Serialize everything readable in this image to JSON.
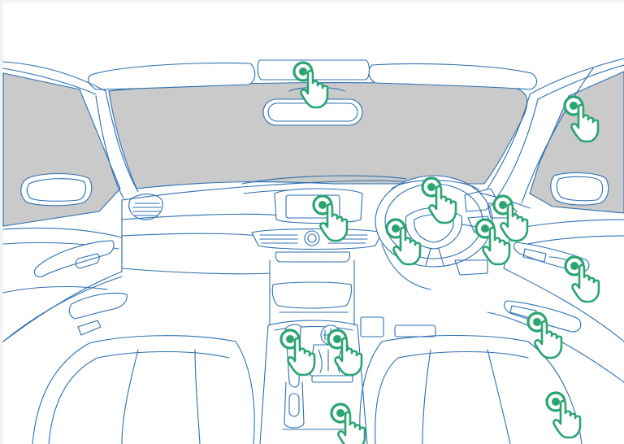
{
  "colors": {
    "background": "#f1f4f4",
    "panel": "#ffffff",
    "outline": "#2d6fb0",
    "glass": "#cacaca",
    "hotspot": "#2aa472"
  },
  "hotspots": [
    {
      "id": "rear-view-mirror",
      "icon": "tap-hand-icon"
    },
    {
      "id": "right-a-pillar",
      "icon": "tap-hand-icon"
    },
    {
      "id": "steering-wheel-top",
      "icon": "tap-hand-icon"
    },
    {
      "id": "infotainment-screen",
      "icon": "tap-hand-icon"
    },
    {
      "id": "instrument-stalk-right",
      "icon": "tap-hand-icon"
    },
    {
      "id": "steering-wheel-left",
      "icon": "tap-hand-icon"
    },
    {
      "id": "steering-wheel-right",
      "icon": "tap-hand-icon"
    },
    {
      "id": "right-door-switch",
      "icon": "tap-hand-icon"
    },
    {
      "id": "right-door-handle",
      "icon": "tap-hand-icon"
    },
    {
      "id": "handbrake",
      "icon": "tap-hand-icon"
    },
    {
      "id": "gear-stick",
      "icon": "tap-hand-icon"
    },
    {
      "id": "right-door-pocket",
      "icon": "tap-hand-icon"
    },
    {
      "id": "center-console-storage",
      "icon": "tap-hand-icon"
    }
  ]
}
